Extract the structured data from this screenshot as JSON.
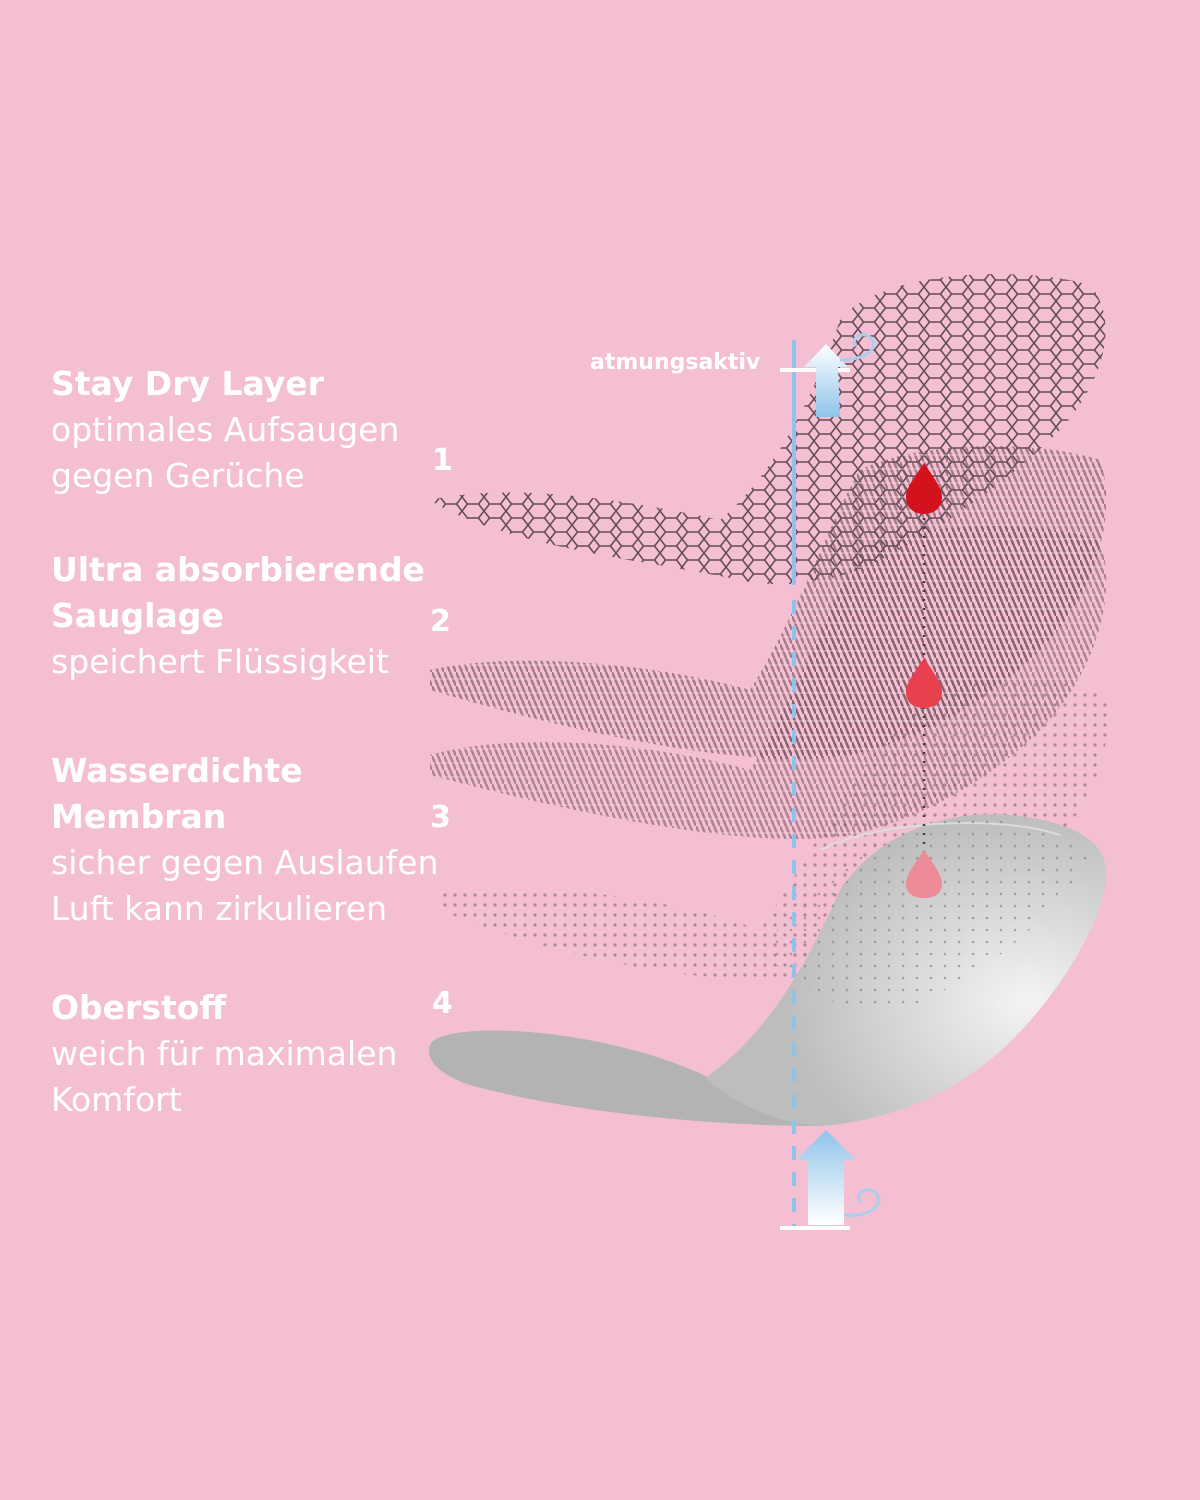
{
  "layers": [
    {
      "number": "1",
      "title": "Stay Dry Layer",
      "lines": [
        "optimales Aufsaugen",
        "gegen Gerüche"
      ]
    },
    {
      "number": "2",
      "title_lines": [
        "Ultra absorbierende",
        "Sauglage"
      ],
      "lines": [
        "speichert Flüssigkeit"
      ]
    },
    {
      "number": "3",
      "title_lines": [
        "Wasserdichte",
        "Membran"
      ],
      "lines": [
        "sicher gegen Auslaufen",
        "Luft kann zirkulieren"
      ]
    },
    {
      "number": "4",
      "title": "Oberstoff",
      "lines": [
        "weich für maximalen",
        "Komfort"
      ]
    }
  ],
  "breathable_label": "atmungsaktiv",
  "colors": {
    "background": "#f4bfd3",
    "text": "#ffffff",
    "mesh": "#4a3a40",
    "drop_top": "#d4121e",
    "drop_middle": "#e8404e",
    "drop_bottom": "#ee8b98",
    "airflow": "#8fc4ea",
    "base_pad": "#b8b8b8"
  }
}
